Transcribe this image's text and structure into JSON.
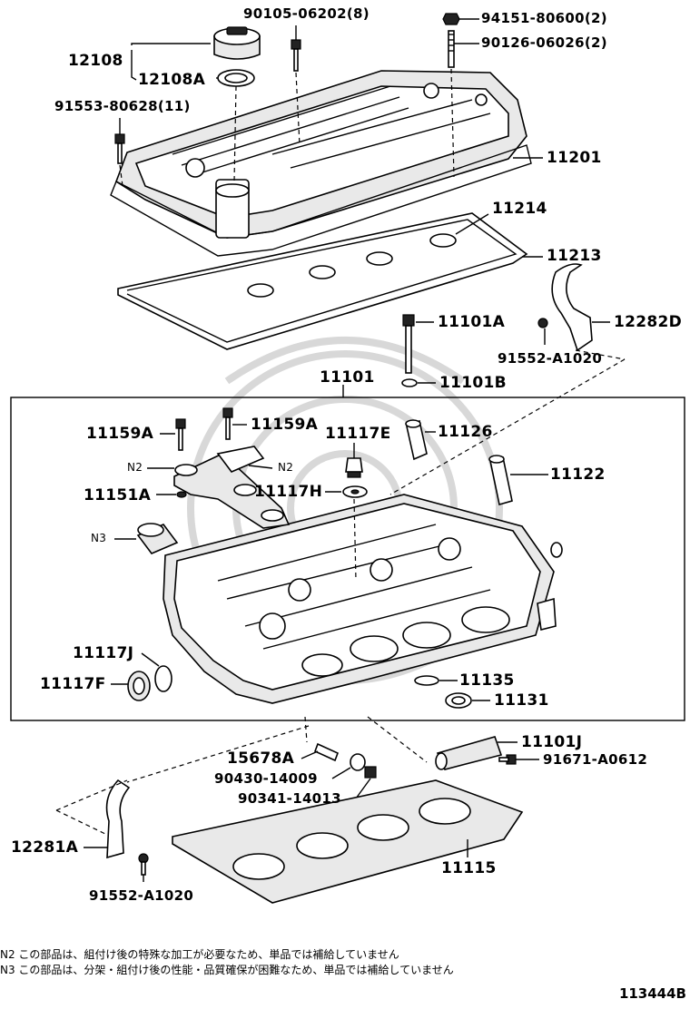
{
  "labels": {
    "p90105": "90105-06202(8)",
    "p94151": "94151-80600(2)",
    "p90126": "90126-06026(2)",
    "p12108": "12108",
    "p12108a": "12108A",
    "p91553": "91553-80628(11)",
    "p11201": "11201",
    "p11214": "11214",
    "p11213": "11213",
    "p11101a": "11101A",
    "p12282d": "12282D",
    "p91552a": "91552-A1020",
    "p11101": "11101",
    "p11101b": "11101B",
    "p11159a_1": "11159A",
    "p11159a_2": "11159A",
    "p11117e": "11117E",
    "p11126": "11126",
    "n2_left": "N2",
    "n2_right": "N2",
    "p11151a": "11151A",
    "p11117h": "11117H",
    "p11122": "11122",
    "n3": "N3",
    "p11117j": "11117J",
    "p11117f": "11117F",
    "p11135": "11135",
    "p11131": "11131",
    "p11101j": "11101J",
    "p15678a": "15678A",
    "p91671": "91671-A0612",
    "p90430": "90430-14009",
    "p90341": "90341-14013",
    "p12281a": "12281A",
    "p11115": "11115",
    "p91552b": "91552-A1020"
  },
  "notes": {
    "n2": "N2 この部品は、組付け後の特殊な加工が必要なため、単品では補給していません",
    "n3": "N3 この部品は、分架・組付け後の性能・品質確保が困難なため、単品では補給していません"
  },
  "reference": "113444B"
}
